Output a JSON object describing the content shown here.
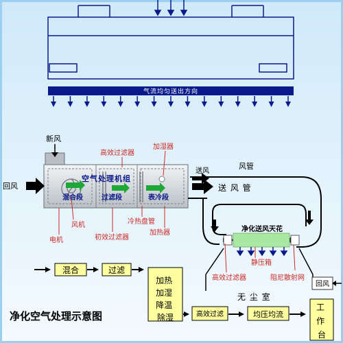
{
  "ceiling_unit": {
    "airflow_label": "气流均匀送出方向"
  },
  "ahu": {
    "fresh_air": "新风",
    "return_air_in": "回风",
    "title": "空气处理机组",
    "hepa_filter": "高效过滤器",
    "humidifier": "加湿器",
    "mixing_section": "混合段",
    "filter_section": "过滤段",
    "cooling_section": "表冷段",
    "fan": "风机",
    "motor": "电机",
    "primary_filter": "初效过滤器",
    "coil": "冷热盘管",
    "heater": "加热器"
  },
  "duct": {
    "supply_air_small": "送风",
    "duct_label": "风管",
    "supply_air_large": "送 风 管"
  },
  "cleanroom": {
    "ceiling": "净化送风天花",
    "plenum": "静压箱",
    "hepa": "高效过滤器",
    "diffuser": "阻尼散射网",
    "room": "无 尘 室",
    "return_air": "回风",
    "workbench": "工作台"
  },
  "flow": {
    "mix": "混合",
    "filter": "过滤",
    "treat": [
      "加热",
      "加湿",
      "降温",
      "除湿"
    ],
    "hepa": "高效过滤",
    "equalize": "均压均流"
  },
  "title": "净化空气处理示意图",
  "colors": {
    "navy": "#0a1a8c",
    "label_red": "#cc2a24",
    "panel_blue": "#5aa4d8",
    "box_yellow": "#ffffa0",
    "filter_green": "#a8e8a0",
    "border_blue": "#9acff0"
  }
}
